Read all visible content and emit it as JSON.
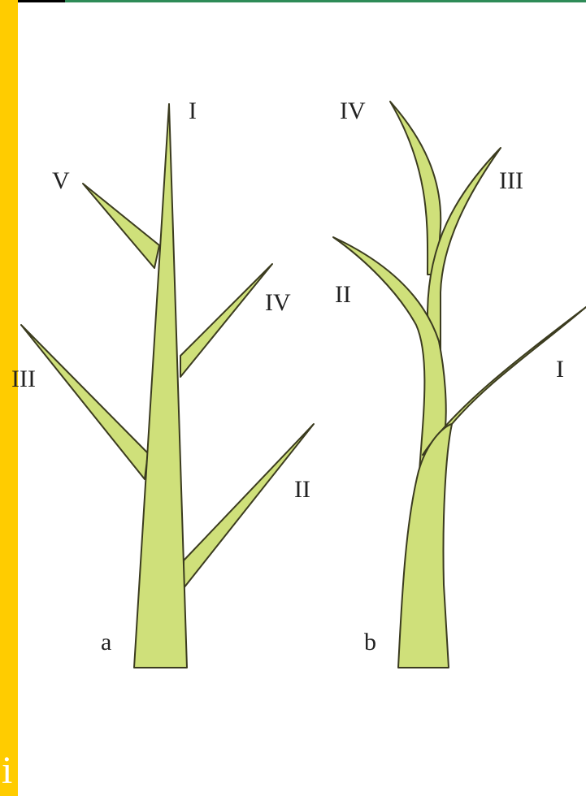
{
  "colors": {
    "border_yellow": "#ffcc00",
    "background_black": "#000000",
    "top_rule_green": "#2e8b57",
    "shoot_fill": "#cfe07a",
    "shoot_outline": "#3b3b1f"
  },
  "panel_a": {
    "label": "a",
    "branch_labels": {
      "I": "I",
      "II": "II",
      "III": "III",
      "IV": "IV",
      "V": "V"
    }
  },
  "panel_b": {
    "label": "b",
    "branch_labels": {
      "I": "I",
      "II": "II",
      "III": "III",
      "IV": "IV"
    }
  },
  "corner_glyph": "i"
}
